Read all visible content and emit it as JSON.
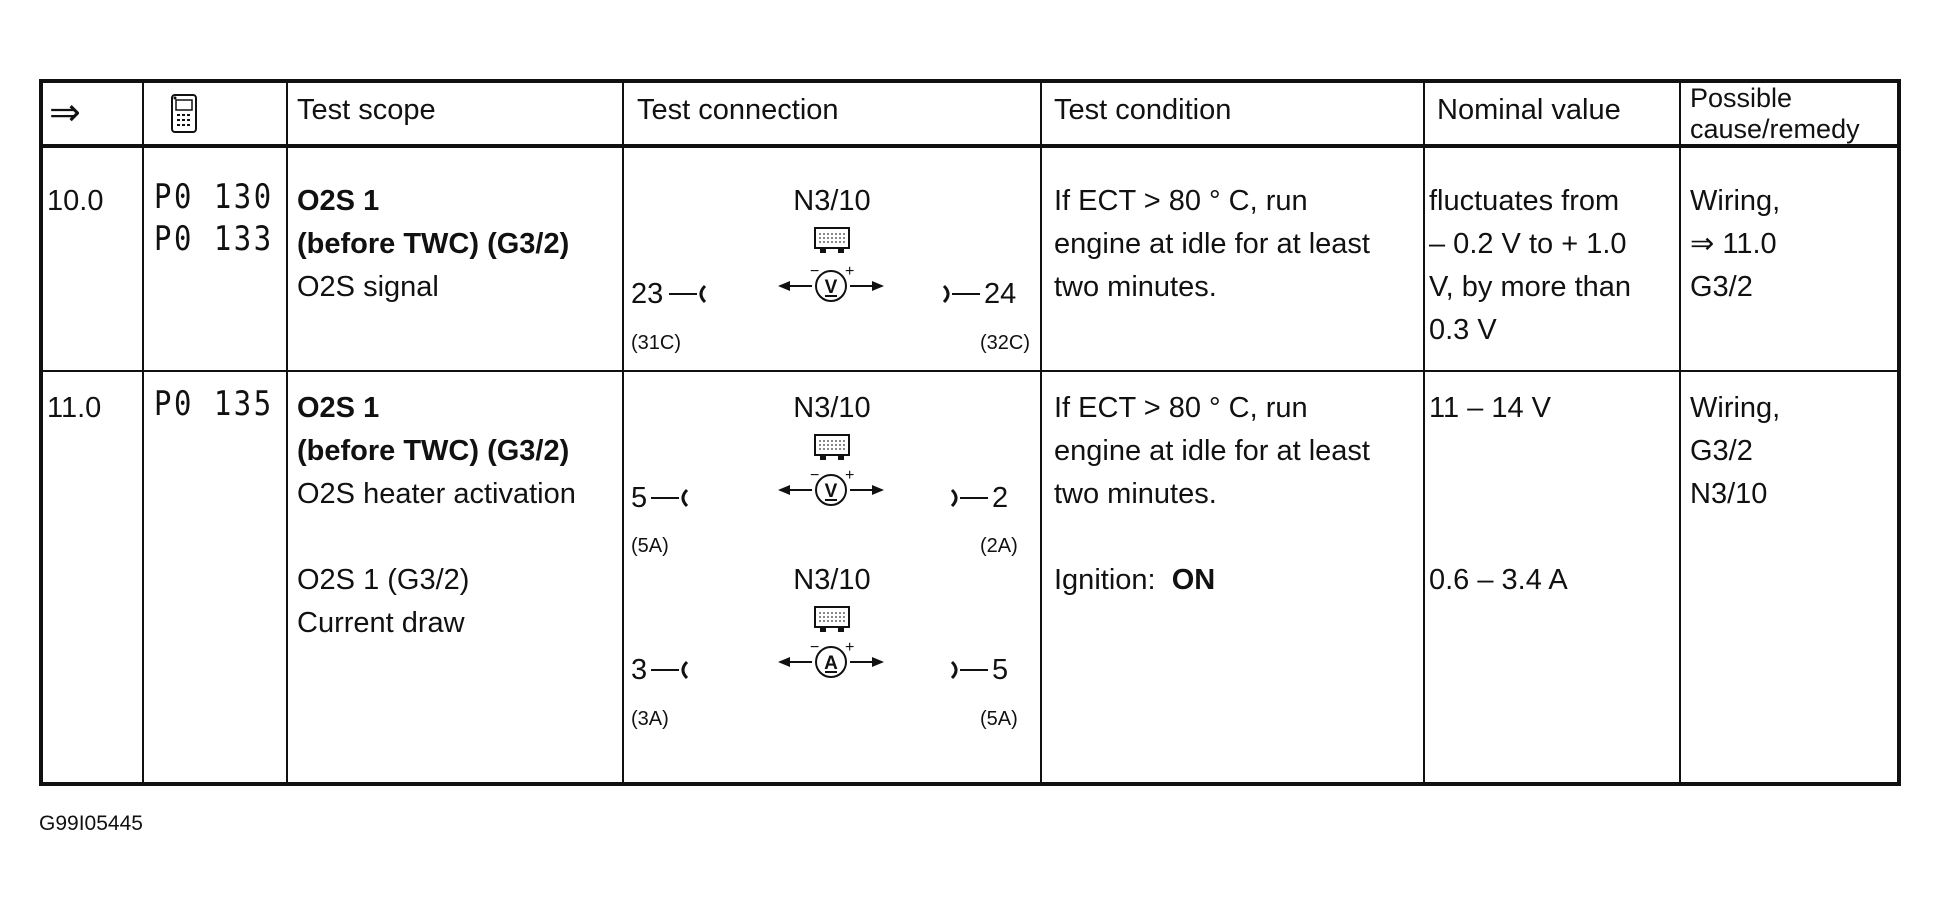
{
  "header": {
    "arrow": "⇒",
    "tester_icon": "hand-held-tester-icon",
    "test_scope": "Test scope",
    "test_connection": "Test connection",
    "test_condition": "Test condition",
    "nominal_value": "Nominal value",
    "possible_cause_line1": "Possible",
    "possible_cause_line2": "cause/remedy"
  },
  "rows": [
    {
      "step": "10.0",
      "codes": [
        "P0 130",
        "P0 133"
      ],
      "scope": [
        "O2S 1",
        "(before TWC) (G3/2)",
        "O2S signal"
      ],
      "connections": [
        {
          "module": "N3/10",
          "left_pin": "23",
          "right_pin": "24",
          "left_sub": "(31C)",
          "right_sub": "(32C)",
          "meter": "V"
        }
      ],
      "condition": [
        "If ECT  >  80 ° C, run",
        "engine at idle for at least",
        "two minutes."
      ],
      "nominal": [
        "fluctuates from",
        "– 0.2 V to  + 1.0",
        "V, by more than",
        "0.3 V"
      ],
      "remedy": [
        "Wiring,",
        "⇒ 11.0",
        "G3/2"
      ]
    },
    {
      "step": "11.0",
      "codes": [
        "P0 135"
      ],
      "scope": [
        "O2S 1",
        "(before TWC) (G3/2)",
        "O2S heater activation",
        "O2S 1 (G3/2)",
        "Current draw"
      ],
      "connections": [
        {
          "module": "N3/10",
          "left_pin": "5",
          "right_pin": "2",
          "left_sub": "(5A)",
          "right_sub": "(2A)",
          "meter": "V"
        },
        {
          "module": "N3/10",
          "left_pin": "3",
          "right_pin": "5",
          "left_sub": "(3A)",
          "right_sub": "(5A)",
          "meter": "A"
        }
      ],
      "condition": [
        "If ECT  >  80 ° C, run",
        "engine at idle for at least",
        "two minutes."
      ],
      "condition_ignition_label": "Ignition:",
      "condition_ignition_value": "ON",
      "nominal": [
        "11 – 14 V",
        "0.6 – 3.4 A"
      ],
      "remedy": [
        "Wiring,",
        "G3/2",
        "N3/10"
      ]
    }
  ],
  "figure_id": "G99I05445"
}
